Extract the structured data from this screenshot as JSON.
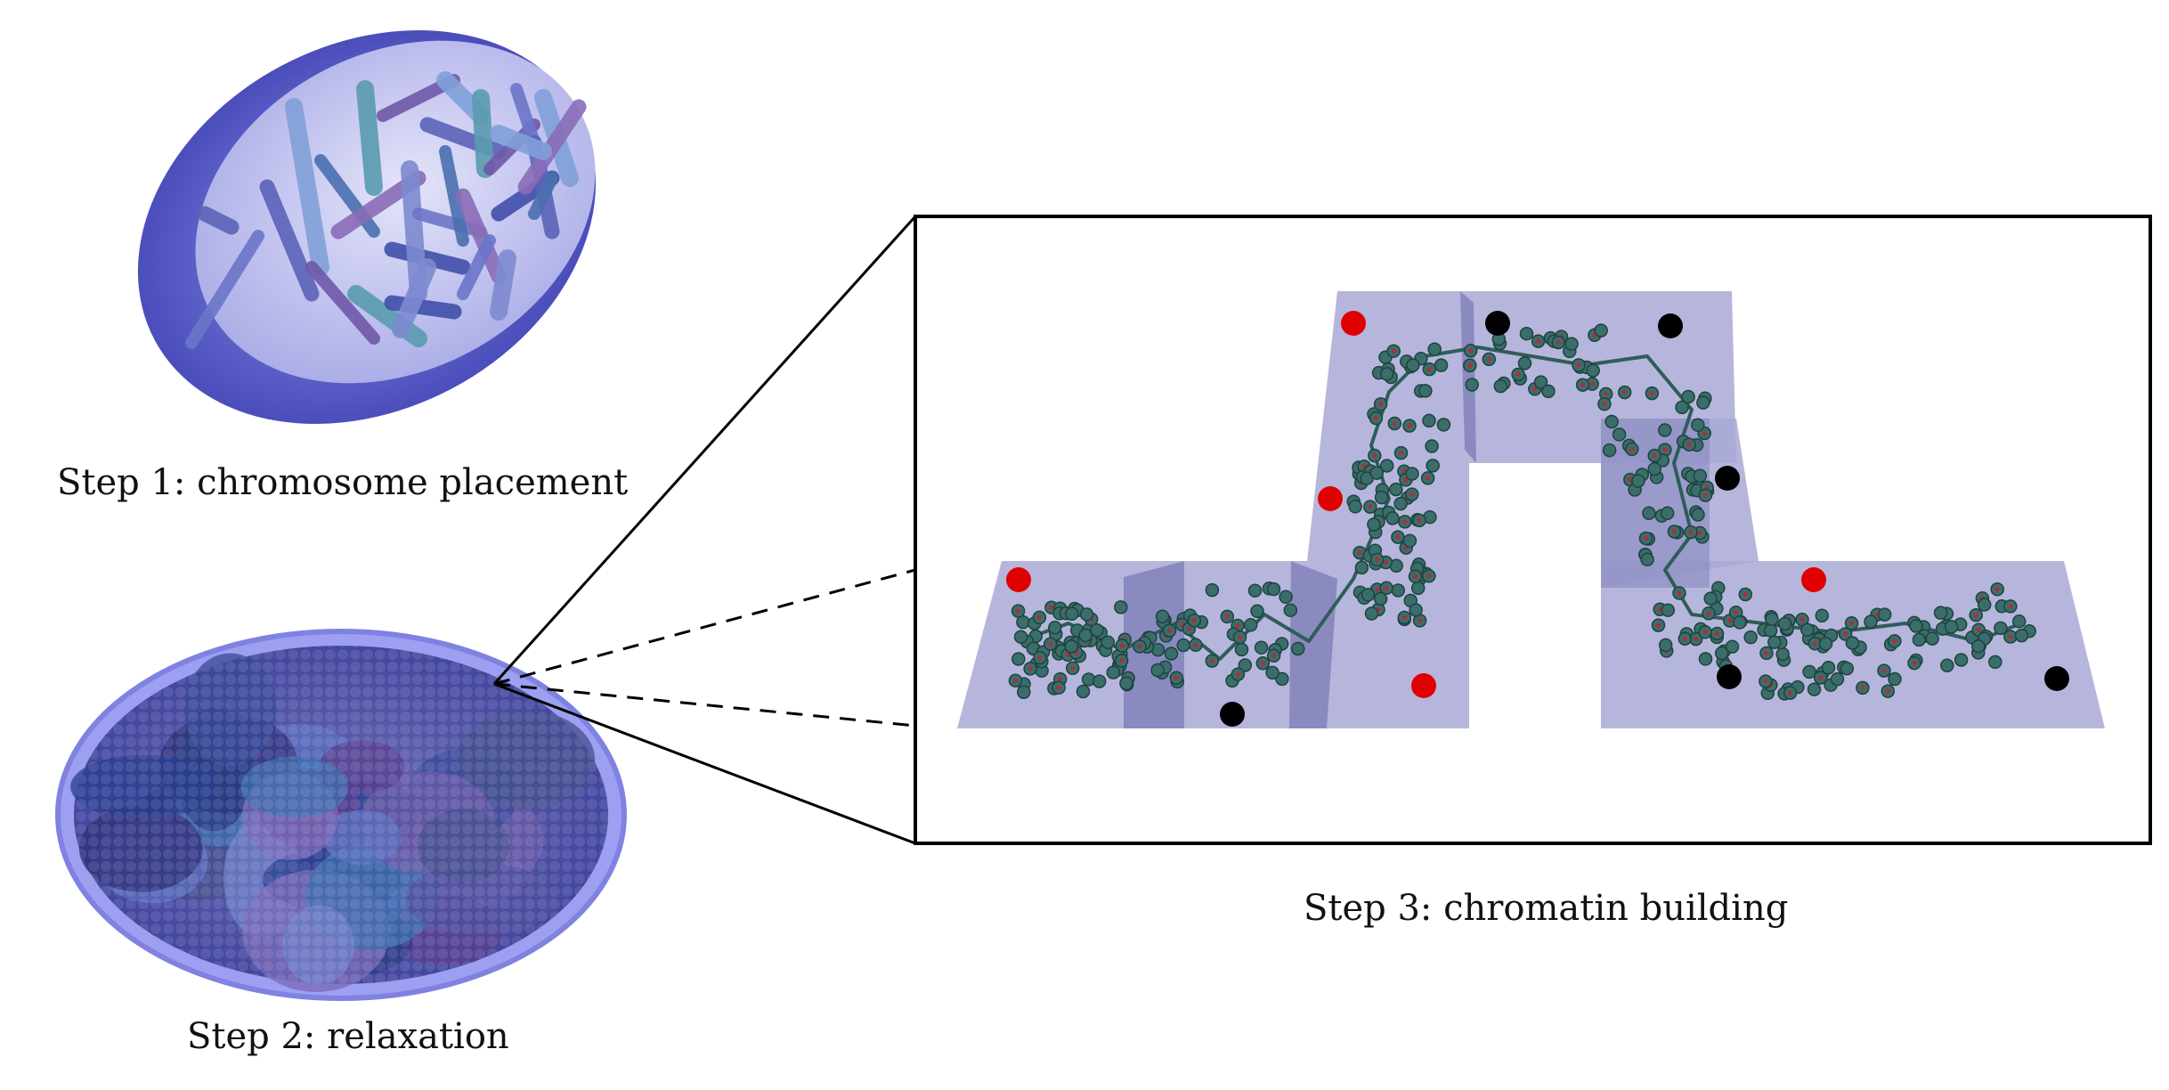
{
  "labels": {
    "step1": "Step 1: chromosome placement",
    "step2": "Step 2: relaxation",
    "step3": "Step 3: chromatin building"
  },
  "colors": {
    "nucleus_body": "#7a7fe0",
    "nucleus_rim": "#4c4fc0",
    "nucleus_face": "#c9c9f2",
    "chromosome_rod": "#6a76c8",
    "channel_fill": "#a9a9d6",
    "channel_shade": "#8585bd",
    "fiber": "#2f5d5a",
    "nucleosome_core": "#b52a3a",
    "marker_red": "#e00000",
    "marker_black": "#000000",
    "frame": "#000000"
  },
  "icons": {
    "step1": "nucleus-with-chromosome-rods",
    "step2": "relaxed-nucleus-with-chromosome-territories",
    "step3": "chromatin-fiber-in-channel"
  }
}
